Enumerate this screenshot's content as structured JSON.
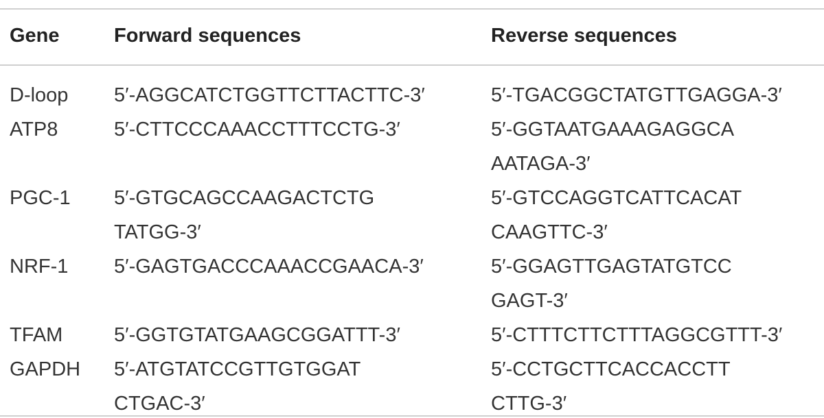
{
  "table": {
    "headers": {
      "gene": "Gene",
      "forward": "Forward sequences",
      "reverse": "Reverse sequences"
    },
    "rows": [
      {
        "gene": "D-loop",
        "forward": [
          "5′-AGGCATCTGGTTCTTACTTC-3′"
        ],
        "reverse": [
          "5′-TGACGGCTATGTTGAGGA-3′"
        ]
      },
      {
        "gene": "ATP8",
        "forward": [
          "5′-CTTCCCAAACCTTTCCTG-3′"
        ],
        "reverse": [
          "5′-GGTAATGAAAGAGGCA",
          "AATAGA-3′"
        ]
      },
      {
        "gene": "PGC-1",
        "forward": [
          "5′-GTGCAGCCAAGACTCTG",
          "TATGG-3′"
        ],
        "reverse": [
          "5′-GTCCAGGTCATTCACAT",
          "CAAGTTC-3′"
        ]
      },
      {
        "gene": "NRF-1",
        "forward": [
          "5′-GAGTGACCCAAACCGAACA-3′"
        ],
        "reverse": [
          "5′-GGAGTTGAGTATGTCC",
          "GAGT-3′"
        ]
      },
      {
        "gene": "TFAM",
        "forward": [
          "5′-GGTGTATGAAGCGGATTT-3′"
        ],
        "reverse": [
          "5′-CTTTCTTCTTTAGGCGTTT-3′"
        ]
      },
      {
        "gene": "GAPDH",
        "forward": [
          "5′-ATGTATCCGTTGTGGAT",
          "CTGAC-3′"
        ],
        "reverse": [
          "5′-CCTGCTTCACCACCTT",
          "CTTG-3′"
        ]
      }
    ]
  }
}
